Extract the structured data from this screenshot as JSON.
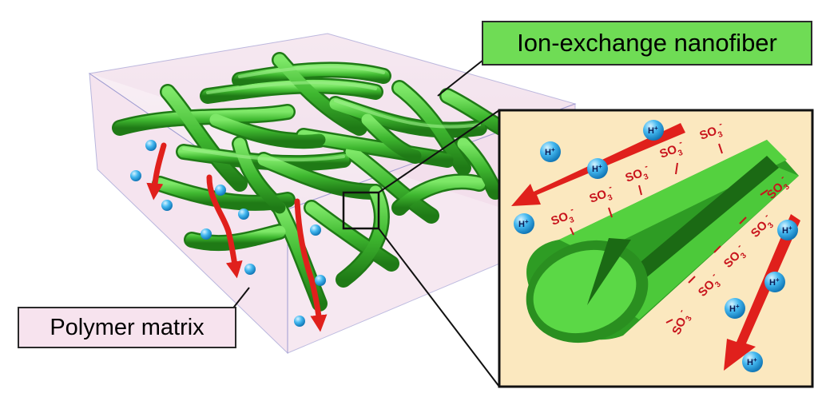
{
  "labels": {
    "nanofiber": "Ion-exchange nanofiber",
    "matrix": "Polymer matrix"
  },
  "ions": {
    "proton": "H",
    "proton_charge": "+",
    "sulfonate": "SO",
    "sulfonate_subscript": "3",
    "sulfonate_charge": "-"
  },
  "colors": {
    "fiber_green": "#3fb830",
    "fiber_dark": "#1f7a16",
    "fiber_light": "#6ee25a",
    "matrix_fill": "#f2dcea",
    "matrix_edge": "#8a86c8",
    "arrow_red": "#e0201c",
    "proton_blue": "#2aa7e8",
    "inset_bg": "#fbe8bf",
    "label_green": "#6fdc55",
    "label_pink": "#f7e3ee"
  }
}
